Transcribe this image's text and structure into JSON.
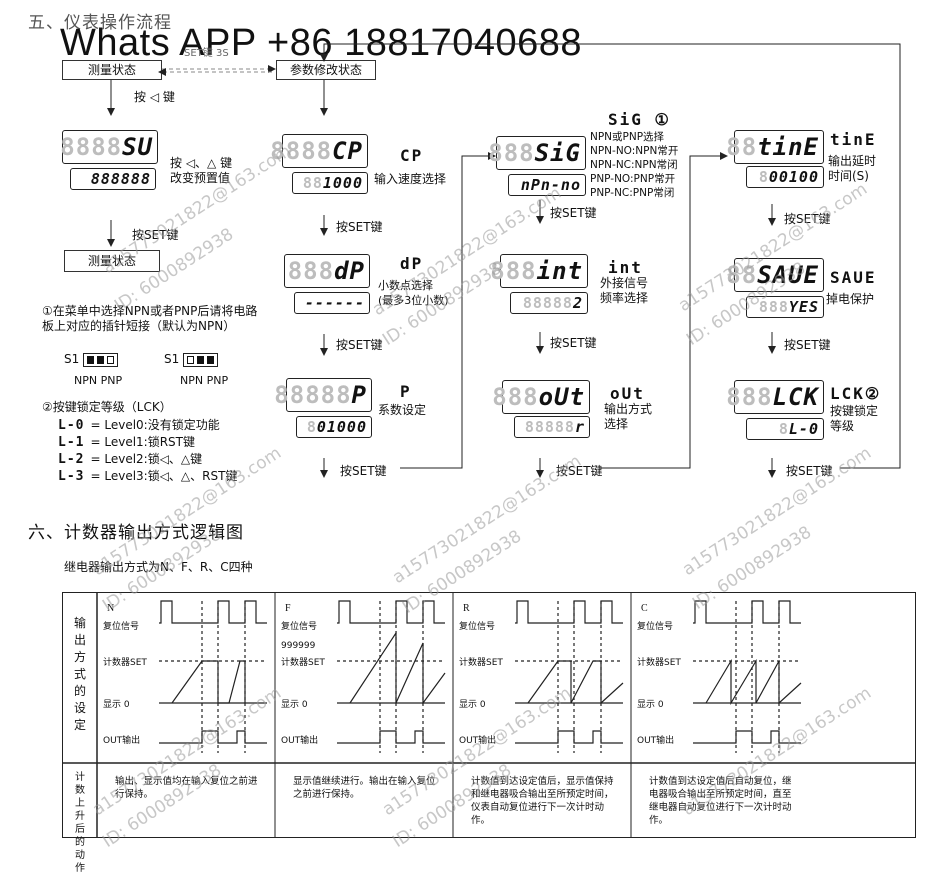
{
  "watermark": {
    "main": "Whats APP +86 18817040688",
    "diag1": "a15773021822@163.com",
    "diag2": "ID: 6000892938"
  },
  "section5": {
    "title": "五、仪表操作流程",
    "state_measure": "测量状态",
    "state_param": "参数修改状态",
    "set_3s": "SET键 3S",
    "press_left": "按 ◁ 键",
    "press_set": "按SET键",
    "sv": {
      "lcd_top": "SU",
      "lcd_bottom": "888888",
      "desc": "按 ◁、△ 键\n改变预置值"
    },
    "measure_state2": "测量状态",
    "note1": "①在菜单中选择NPN或者PNP后请将电路\n板上对应的插针短接（默认为NPN）",
    "jumper": {
      "s1": "S1",
      "npn": "NPN",
      "pnp": "PNP"
    },
    "note2": "②按键锁定等级（LCK）",
    "levels": [
      {
        "code": "L-0",
        "text": "= Level0:没有锁定功能"
      },
      {
        "code": "L-1",
        "text": "= Level1:锁RST键"
      },
      {
        "code": "L-2",
        "text": "= Level2:锁◁、△键"
      },
      {
        "code": "L-3",
        "text": "= Level3:锁◁、△、RST键"
      }
    ],
    "col2": [
      {
        "lcd_top": "CP",
        "lcd_bottom": "1000",
        "code": "CP",
        "desc": "输入速度选择"
      },
      {
        "lcd_top": "dP",
        "lcd_bottom": "------",
        "code": "dP",
        "desc": "小数点选择\n(最多3位小数)"
      },
      {
        "lcd_top": "P",
        "lcd_bottom": "01000",
        "code": "P",
        "desc": "系数设定"
      }
    ],
    "col3": [
      {
        "lcd_top": "SiG",
        "lcd_bottom": "nPn-no",
        "code": "SiG ①",
        "desc": "NPN或PNP选择\nNPN-NO:NPN常开\nNPN-NC:NPN常闭\nPNP-NO:PNP常开\nPNP-NC:PNP常闭"
      },
      {
        "lcd_top": "int",
        "lcd_bottom": "2",
        "code": "int",
        "desc": "外接信号\n频率选择"
      },
      {
        "lcd_top": "oUt",
        "lcd_bottom": "r",
        "code": "oUt",
        "desc": "输出方式\n选择"
      }
    ],
    "col4": [
      {
        "lcd_top": "tinE",
        "lcd_bottom": "00100",
        "code": "tinE",
        "desc": "输出延时\n时间(S)"
      },
      {
        "lcd_top": "SAUE",
        "lcd_bottom": "YES",
        "code": "SAUE",
        "desc": "掉电保护"
      },
      {
        "lcd_top": "LCK",
        "lcd_bottom": "L-0",
        "code": "LCK②",
        "desc": "按键锁定\n等级"
      }
    ]
  },
  "section6": {
    "title": "六、计数器输出方式逻辑图",
    "subtitle": "继电器输出方式为N、F、R、C四种",
    "row1_label": "输出方式的设定",
    "row2_label": "计数上升后的动作",
    "modes": [
      {
        "name": "N",
        "reset": "复位信号",
        "set": "计数器SET",
        "extra": "",
        "display": "显示 0",
        "out": "OUT输出",
        "desc": "输出、显示值均在输入复位之前进行保持。"
      },
      {
        "name": "F",
        "reset": "复位信号",
        "set": "计数器SET",
        "extra": "999999",
        "display": "显示 0",
        "out": "OUT输出",
        "desc": "显示值继续进行。输出在输入复位之前进行保持。"
      },
      {
        "name": "R",
        "reset": "复位信号",
        "set": "计数器SET",
        "extra": "",
        "display": "显示 0",
        "out": "OUT输出",
        "desc": "计数值到达设定值后，显示值保持和继电器吸合输出至所预定时间，仪表自动复位进行下一次计时动作。"
      },
      {
        "name": "C",
        "reset": "复位信号",
        "set": "计数器SET",
        "extra": "",
        "display": "显示 0",
        "out": "OUT输出",
        "desc": "计数值到达设定值后自动复位，继电器吸合输出至所预定时间，直至继电器自动复位进行下一次计时动作。"
      }
    ]
  }
}
